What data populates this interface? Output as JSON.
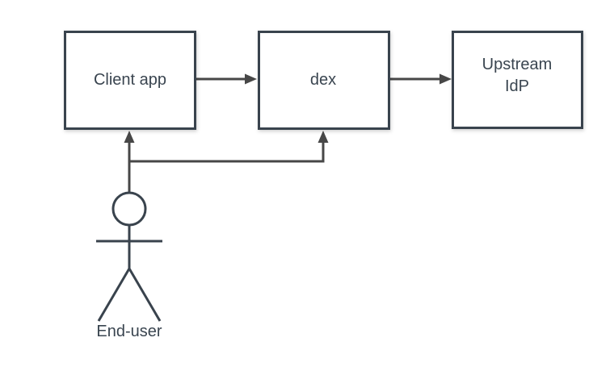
{
  "colors": {
    "background": "#ffffff",
    "node_fill": "#ffffff",
    "node_stroke": "#39434D",
    "connector": "#474747",
    "text": "#3A4550"
  },
  "nodes": {
    "client_app": {
      "label": "Client app"
    },
    "dex": {
      "label": "dex"
    },
    "upstream_idp": {
      "label": "Upstream IdP",
      "line1": "Upstream",
      "line2": "IdP"
    },
    "end_user": {
      "label": "End-user"
    }
  },
  "edges": [
    {
      "from": "Client app",
      "to": "dex"
    },
    {
      "from": "dex",
      "to": "Upstream IdP"
    },
    {
      "from": "End-user",
      "to": "Client app"
    },
    {
      "from": "End-user",
      "to": "dex"
    }
  ]
}
